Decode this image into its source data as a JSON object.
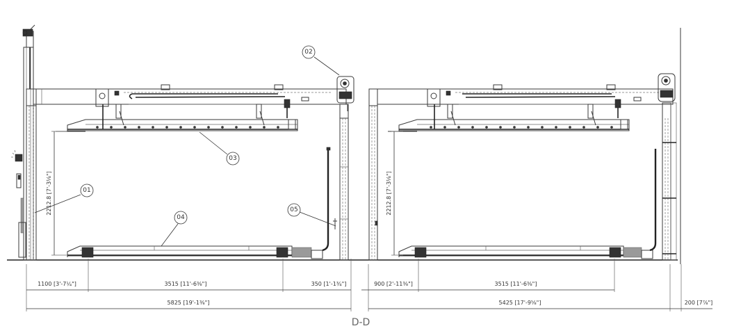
{
  "drawing": {
    "section_label": "D-D",
    "balloons": [
      {
        "id": "01",
        "label": "01"
      },
      {
        "id": "02",
        "label": "02"
      },
      {
        "id": "03",
        "label": "03"
      },
      {
        "id": "04",
        "label": "04"
      },
      {
        "id": "05",
        "label": "05"
      }
    ],
    "left_bay": {
      "vertical_clearance": "2212.8 [7'-3⅛\"]",
      "dims": {
        "left_offset": "1100 [3'-7¼\"]",
        "platform_wheelbase": "3515 [11'-6⅜\"]",
        "right_offset": "350 [1'-1¾\"]",
        "overall": "5825 [19'-1⅜\"]"
      }
    },
    "right_bay": {
      "vertical_clearance": "2212.8 [7'-3⅛\"]",
      "dims": {
        "left_offset": "900 [2'-11⅜\"]",
        "platform_wheelbase": "3515 [11'-6⅜\"]",
        "overall": "5425 [17'-9⅝\"]",
        "end_clearance": "200 [7⅞\"]"
      }
    }
  }
}
